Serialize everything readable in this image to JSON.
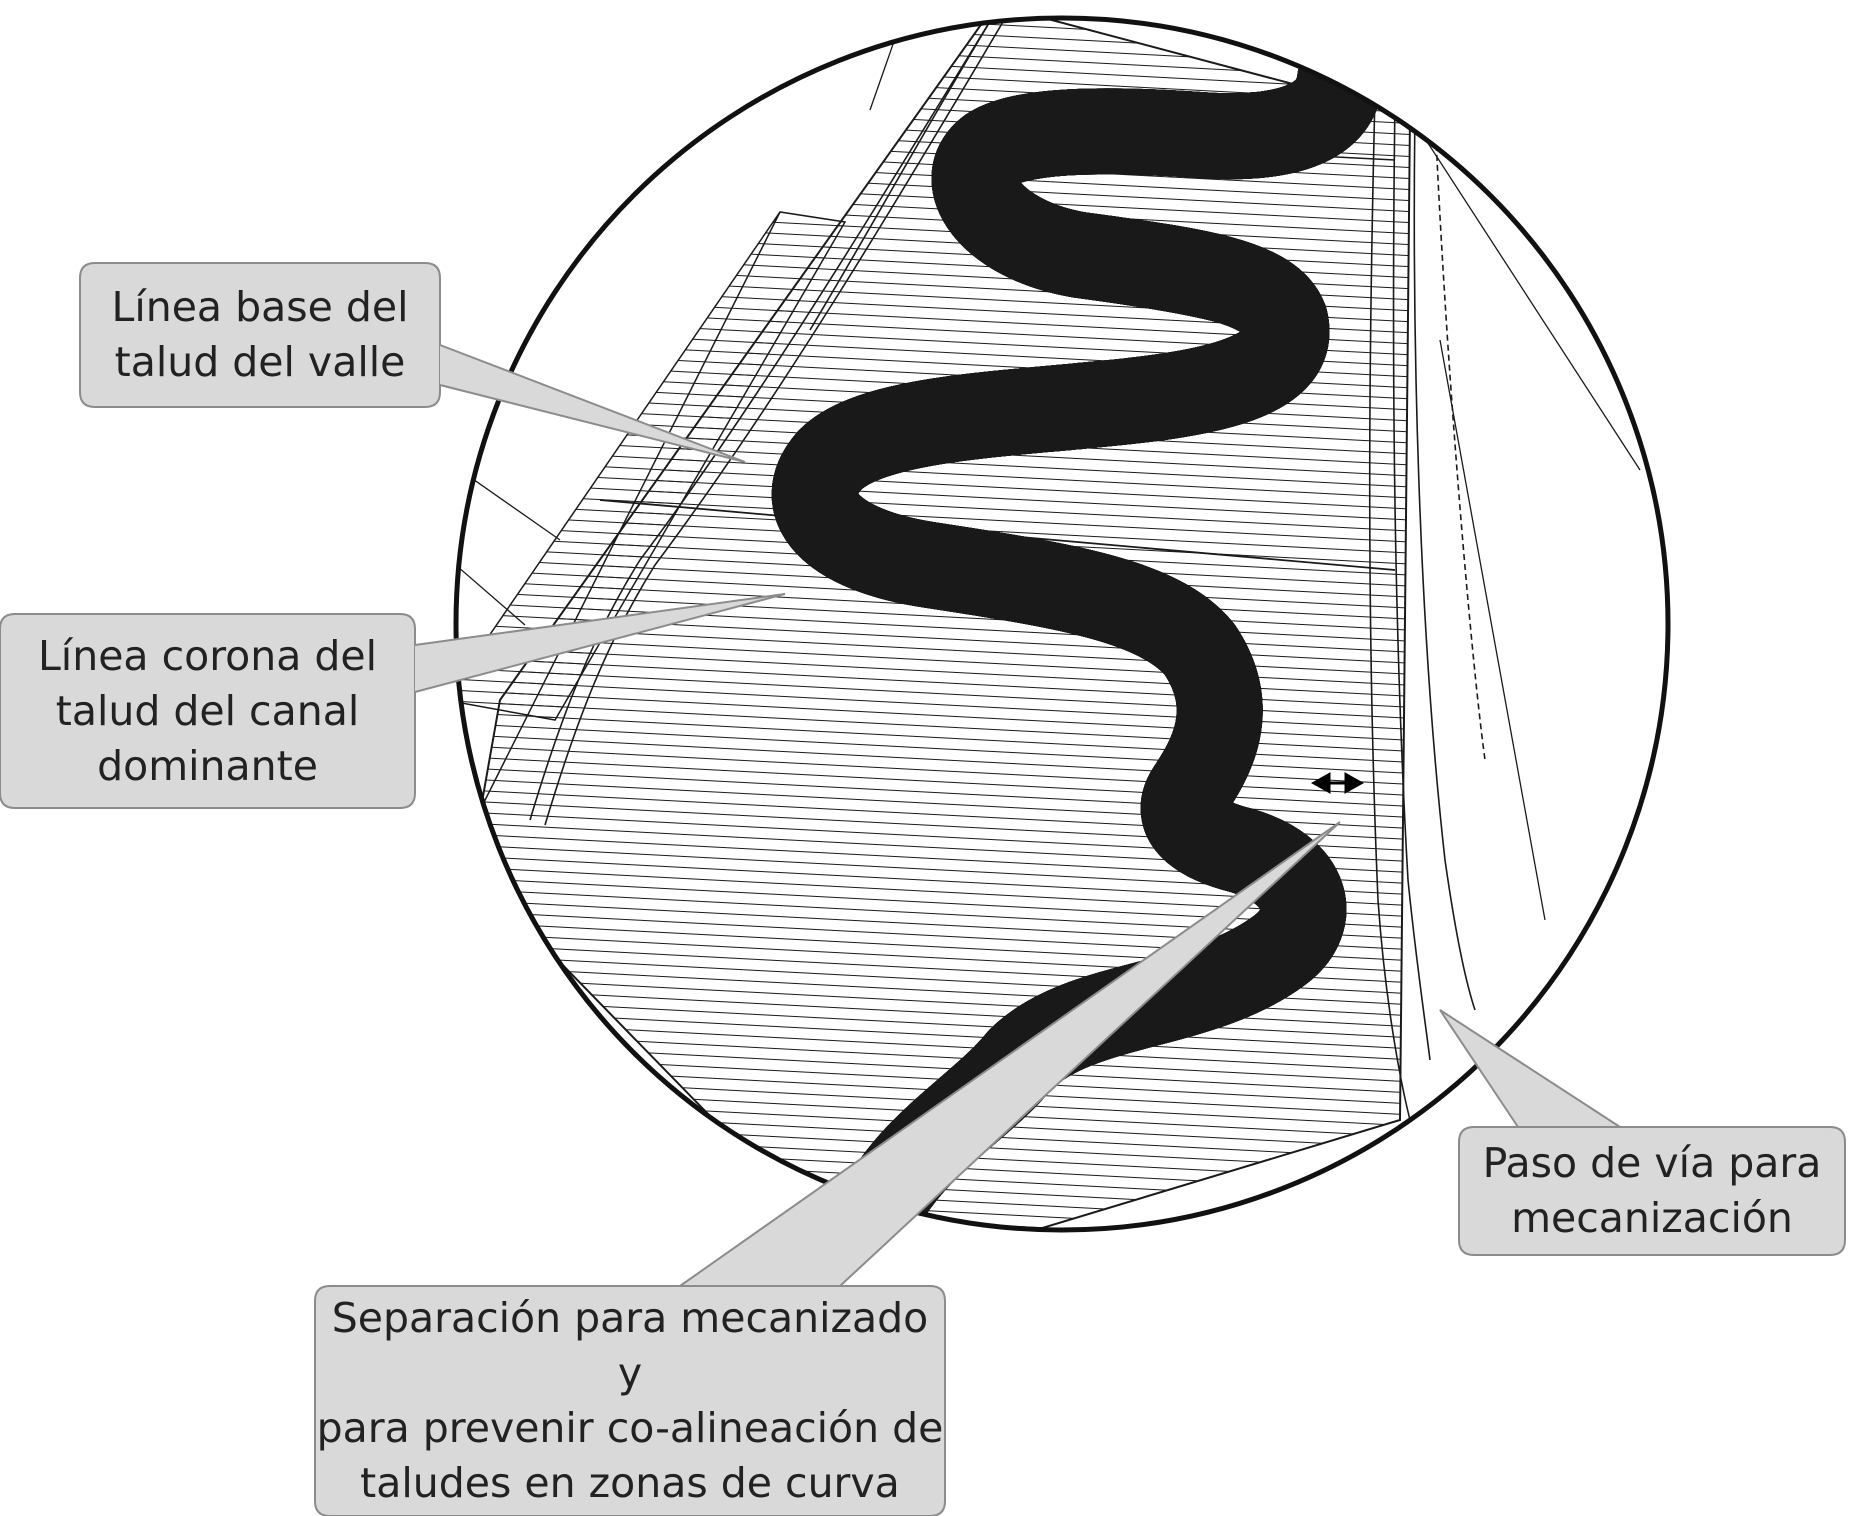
{
  "callouts": {
    "valley_base": {
      "text": "Línea base del\ntalud del valle"
    },
    "channel_crown": {
      "text": "Línea corona del\ntalud del canal\ndominante"
    },
    "separation": {
      "text": "Separación para mecanizado y\npara prevenir co-alineación de\ntaludes en zonas de curva"
    },
    "machinery_path": {
      "text": "Paso de vía para\nmecanización"
    }
  },
  "colors": {
    "callout_fill": "#d9d9d9",
    "callout_stroke": "#8c8c8c",
    "line": "#1a1a1a",
    "background": "#ffffff"
  },
  "icons": {
    "separation_marker": "double-arrow-icon"
  }
}
